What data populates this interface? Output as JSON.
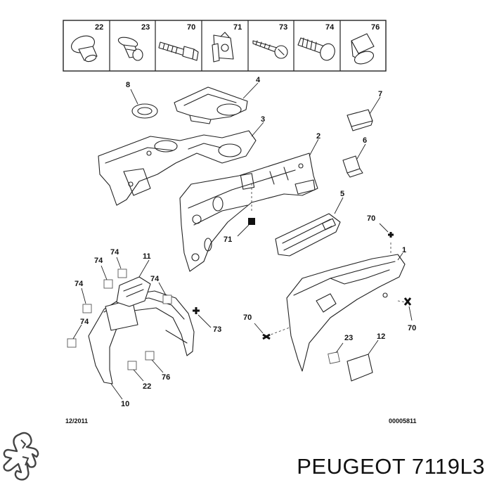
{
  "fastener_strip": [
    {
      "label": "22",
      "icon": "push-clip-icon"
    },
    {
      "label": "23",
      "icon": "rivet-clip-icon"
    },
    {
      "label": "70",
      "icon": "bolt-icon"
    },
    {
      "label": "71",
      "icon": "clip-nut-icon"
    },
    {
      "label": "73",
      "icon": "screw-icon"
    },
    {
      "label": "74",
      "icon": "fir-tree-clip-icon"
    },
    {
      "label": "76",
      "icon": "cap-nut-icon"
    }
  ],
  "callouts": {
    "c8": "8",
    "c4": "4",
    "c3": "3",
    "c7": "7",
    "c2": "2",
    "c6": "6",
    "c5": "5",
    "c71": "71",
    "c70a": "70",
    "c1": "1",
    "c74a": "74",
    "c74b": "74",
    "c11": "11",
    "c74c": "74",
    "c74d": "74",
    "c74e": "74",
    "c73": "73",
    "c22": "22",
    "c76": "76",
    "c10": "10",
    "c70b": "70",
    "c70c": "70",
    "c23": "23",
    "c12": "12"
  },
  "footer": {
    "date": "12/2011",
    "code": "00005811"
  },
  "brand": {
    "text": "PEUGEOT 7119L3",
    "logo_icon": "peugeot-lion-icon"
  }
}
